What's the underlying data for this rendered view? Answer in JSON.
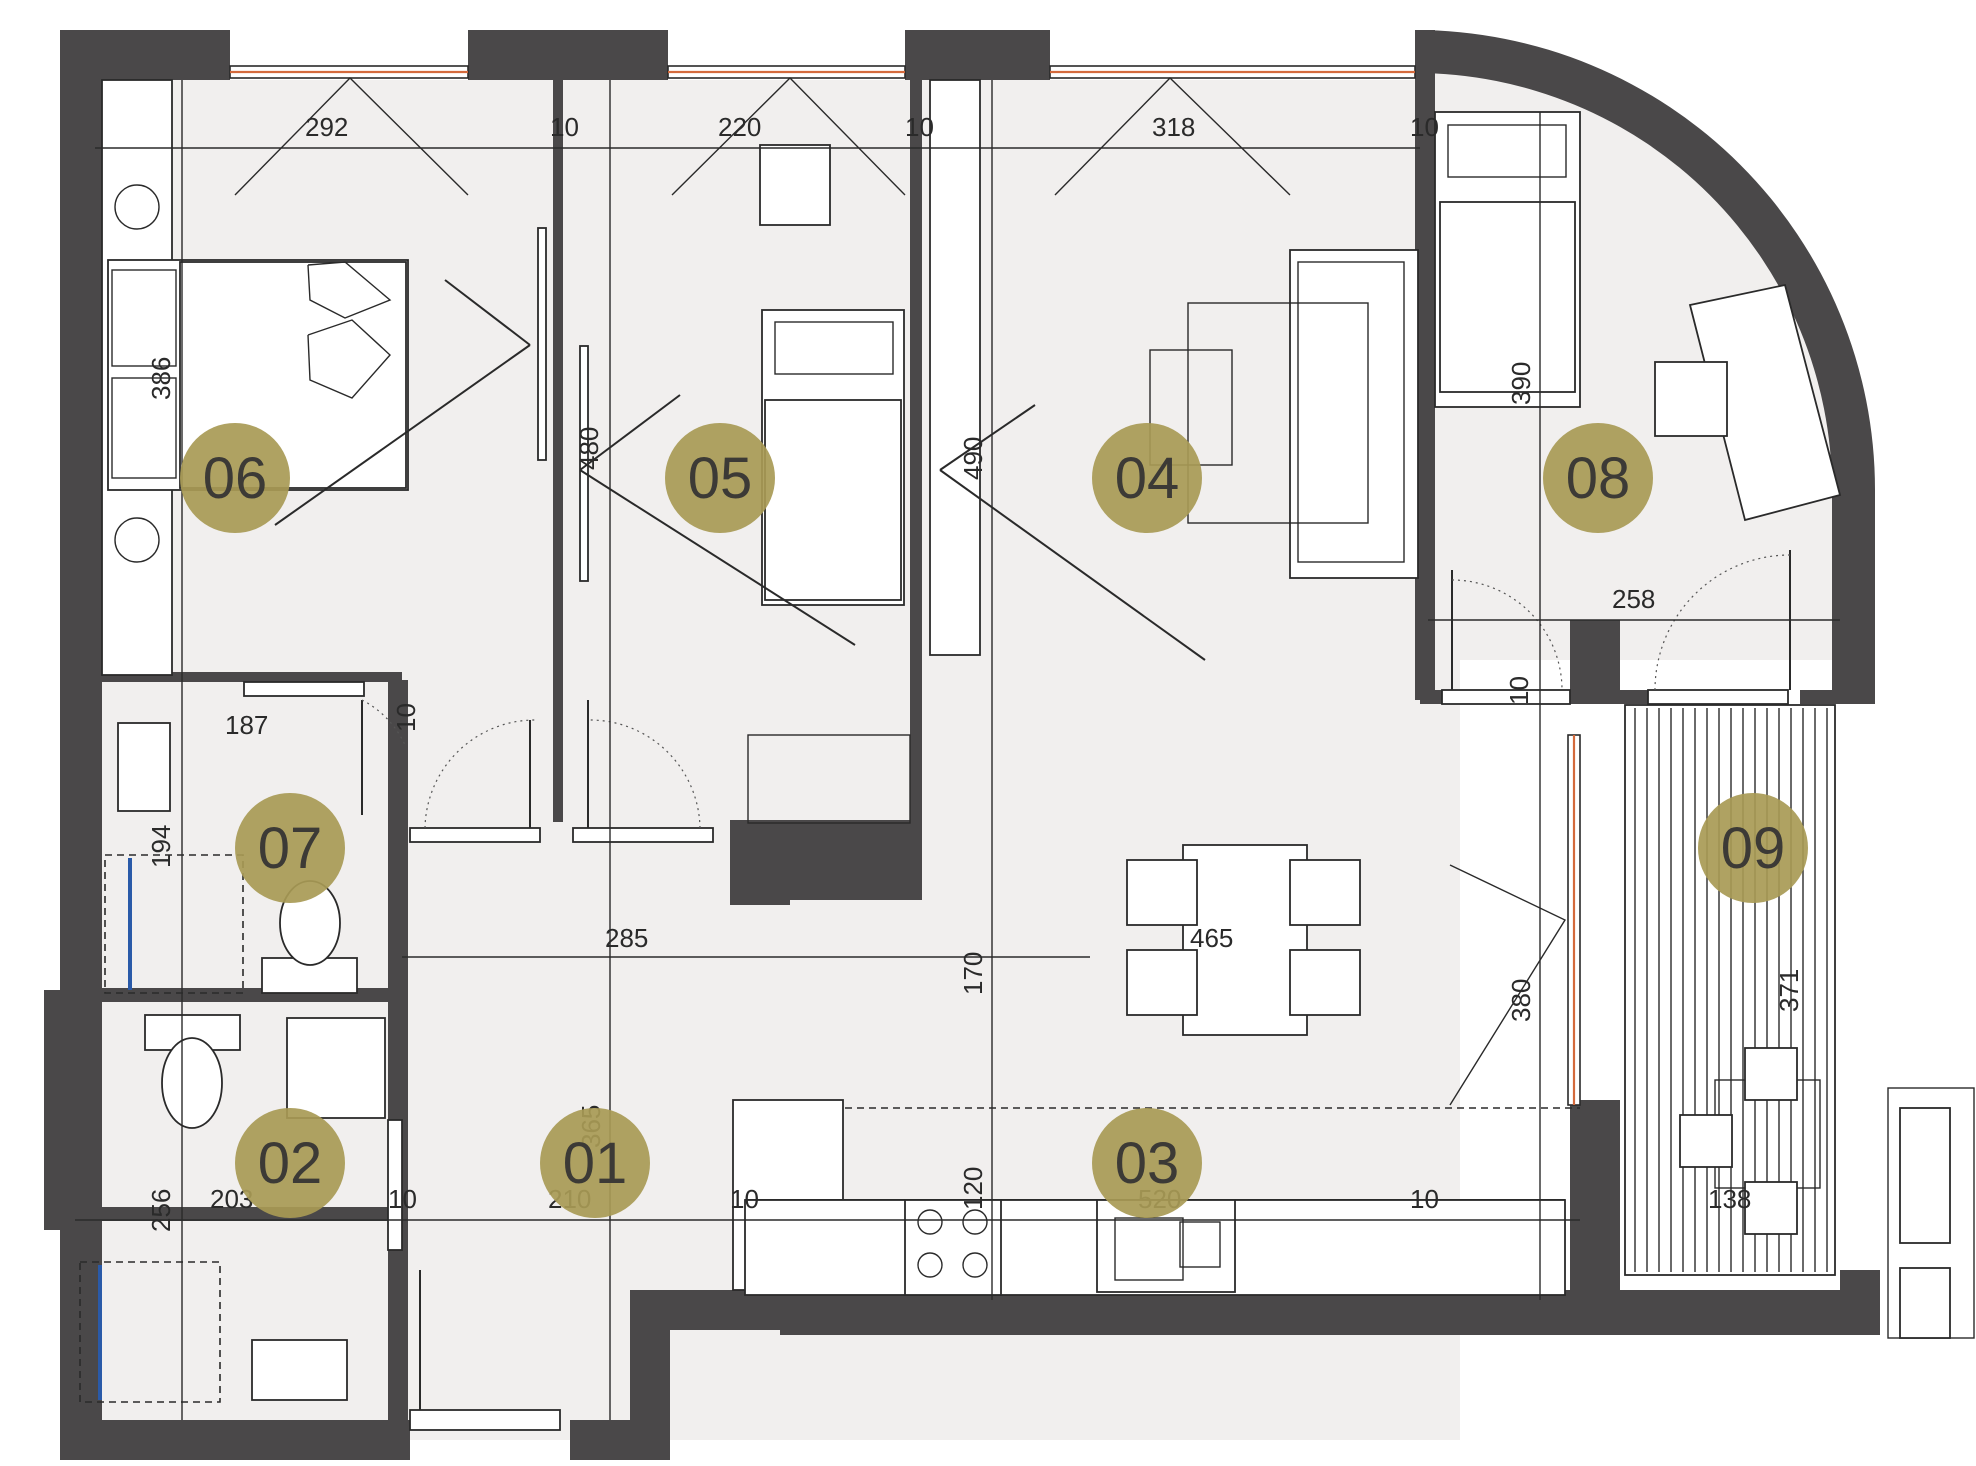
{
  "rooms": [
    {
      "id": "06",
      "label": "06"
    },
    {
      "id": "05",
      "label": "05"
    },
    {
      "id": "04",
      "label": "04"
    },
    {
      "id": "08",
      "label": "08"
    },
    {
      "id": "07",
      "label": "07"
    },
    {
      "id": "09",
      "label": "09"
    },
    {
      "id": "02",
      "label": "02"
    },
    {
      "id": "01",
      "label": "01"
    },
    {
      "id": "03",
      "label": "03"
    }
  ],
  "dimensions": [
    "292",
    "10",
    "220",
    "10",
    "318",
    "10",
    "386",
    "480",
    "490",
    "390",
    "258",
    "10",
    "187",
    "10",
    "194",
    "285",
    "465",
    "170",
    "380",
    "371",
    "203",
    "10",
    "210",
    "10",
    "365",
    "120",
    "520",
    "138",
    "256",
    "10"
  ],
  "colors": {
    "wall": "#4a4849",
    "floor": "#f1efee",
    "badge": "#a89a55",
    "window": "#d46a3c"
  }
}
